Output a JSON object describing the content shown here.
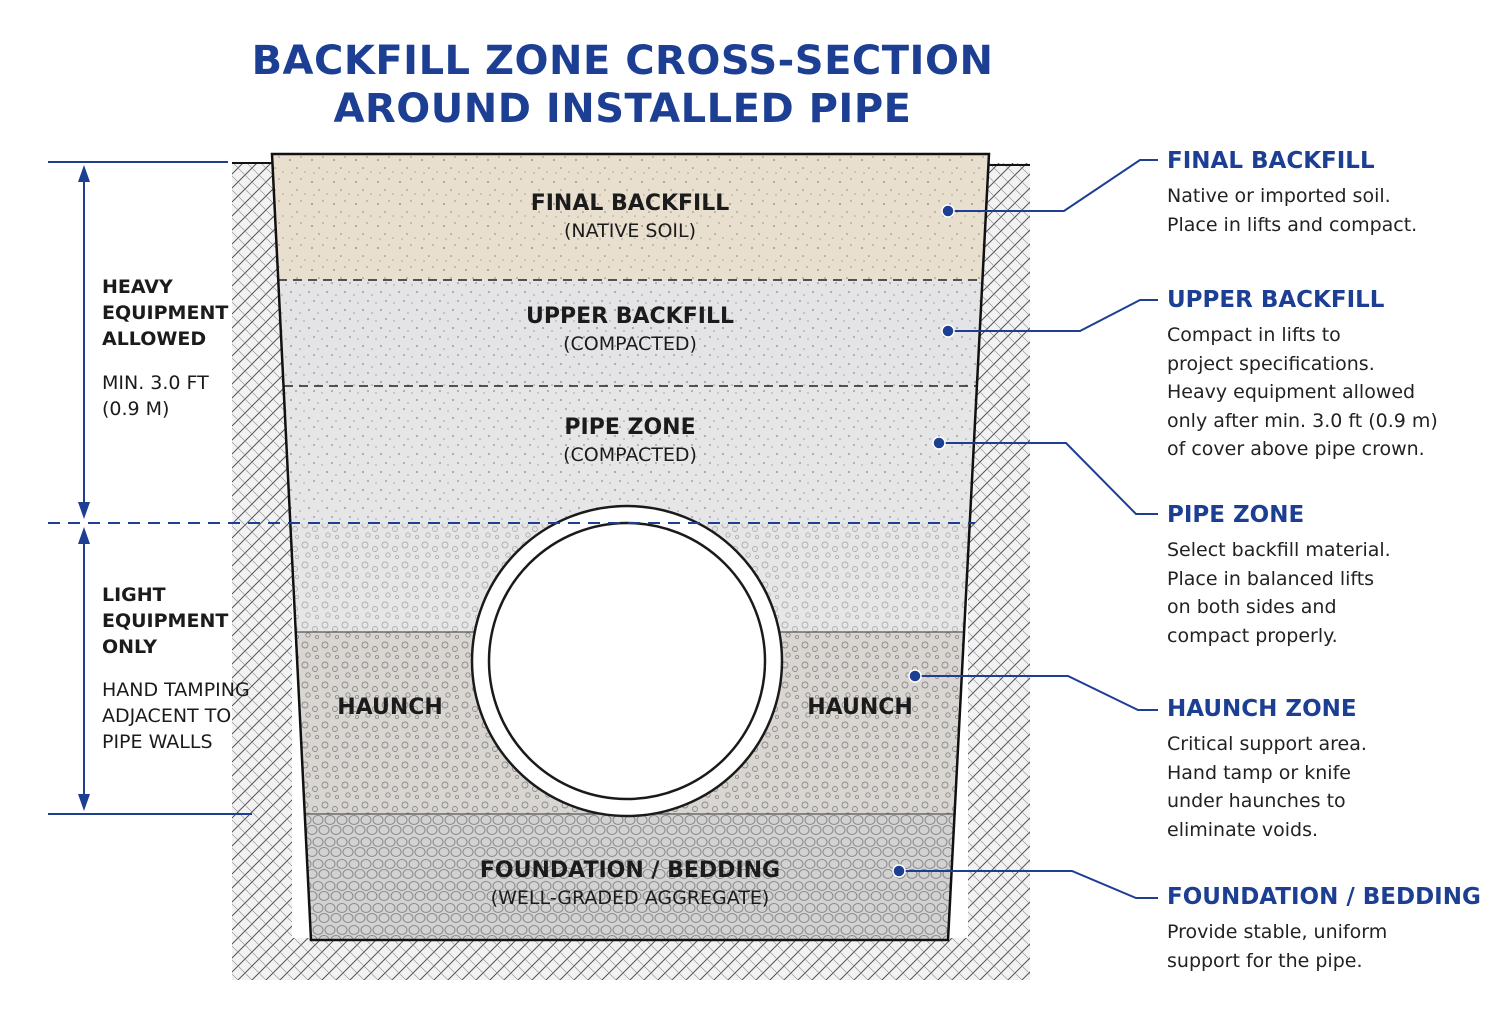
{
  "title": {
    "line1": "BACKFILL ZONE CROSS-SECTION",
    "line2": "AROUND INSTALLED PIPE"
  },
  "colors": {
    "accent": "#1c3f94",
    "final_backfill": "#e9dfcf",
    "upper_backfill": "#e4e4e6",
    "pipe_zone": "#e6e6e6",
    "haunch": "#d9d6d2",
    "bedding": "#d2d2d2",
    "native_ground": "#bdbdbd"
  },
  "left_dimensions": {
    "upper": {
      "label": [
        "HEAVY",
        "EQUIPMENT",
        "ALLOWED"
      ],
      "note": [
        "MIN. 3.0 FT",
        "(0.9 M)"
      ]
    },
    "lower": {
      "label": [
        "LIGHT",
        "EQUIPMENT",
        "ONLY"
      ],
      "note": [
        "HAND TAMPING",
        "ADJACENT TO",
        "PIPE WALLS"
      ]
    }
  },
  "zones": {
    "final_backfill": {
      "name": "FINAL BACKFILL",
      "sub": "(NATIVE SOIL)"
    },
    "upper_backfill": {
      "name": "UPPER BACKFILL",
      "sub": "(COMPACTED)"
    },
    "pipe_zone": {
      "name": "PIPE ZONE",
      "sub": "(COMPACTED)"
    },
    "haunch_left": {
      "name": "HAUNCH"
    },
    "haunch_right": {
      "name": "HAUNCH"
    },
    "foundation": {
      "name": "FOUNDATION / BEDDING",
      "sub": "(WELL-GRADED AGGREGATE)"
    }
  },
  "callouts": [
    {
      "heading": "FINAL BACKFILL",
      "text": "Native or imported soil.\nPlace in lifts and compact."
    },
    {
      "heading": "UPPER BACKFILL",
      "text": "Compact in lifts to\nproject specifications.\nHeavy equipment allowed\nonly after min. 3.0 ft (0.9 m)\nof cover above pipe crown."
    },
    {
      "heading": "PIPE ZONE",
      "text": "Select backfill material.\nPlace in balanced lifts\non both sides and\ncompact properly."
    },
    {
      "heading": "HAUNCH ZONE",
      "text": "Critical support area.\nHand tamp or knife\nunder haunches to\neliminate voids."
    },
    {
      "heading": "FOUNDATION / BEDDING",
      "text": "Provide stable, uniform\nsupport for the pipe."
    }
  ]
}
